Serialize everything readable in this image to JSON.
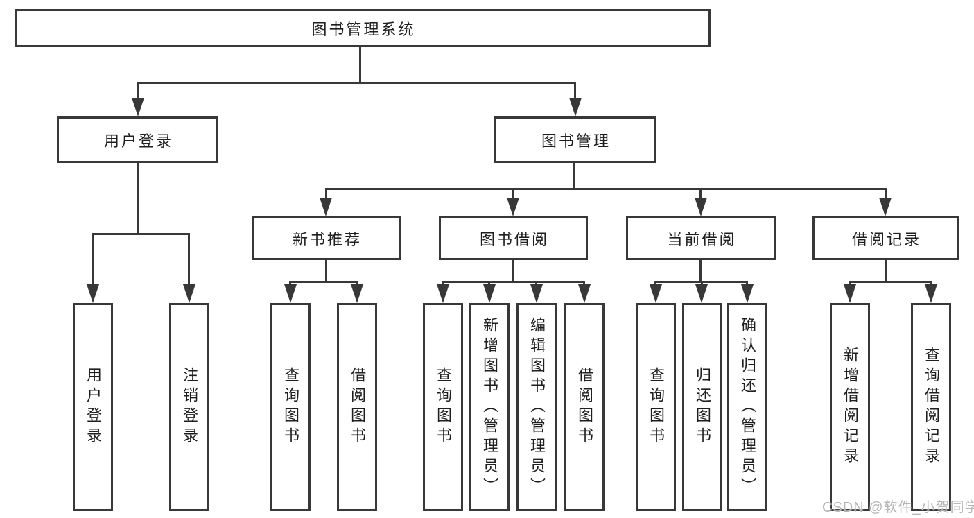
{
  "tree": {
    "root": {
      "label": "图书管理系统"
    },
    "branches": [
      {
        "label": "用户登录",
        "leaves": [
          "用户登录",
          "注销登录"
        ]
      },
      {
        "label": "图书管理",
        "groups": [
          {
            "label": "新书推荐",
            "leaves": [
              "查询图书",
              "借阅图书"
            ]
          },
          {
            "label": "图书借阅",
            "leaves": [
              "查询图书",
              "新增图书（管理员）",
              "编辑图书（管理员）",
              "借阅图书"
            ]
          },
          {
            "label": "当前借阅",
            "leaves": [
              "查询图书",
              "归还图书",
              "确认归还（管理员）"
            ]
          },
          {
            "label": "借阅记录",
            "leaves": [
              "新增借阅记录",
              "查询借阅记录"
            ]
          }
        ]
      }
    ]
  },
  "watermark": {
    "text": "CSDN @软件_小贺同学"
  },
  "colors": {
    "line": "#383838",
    "text": "#1f1f1f",
    "watermark": "#b5b5b5",
    "background": "#ffffff"
  }
}
